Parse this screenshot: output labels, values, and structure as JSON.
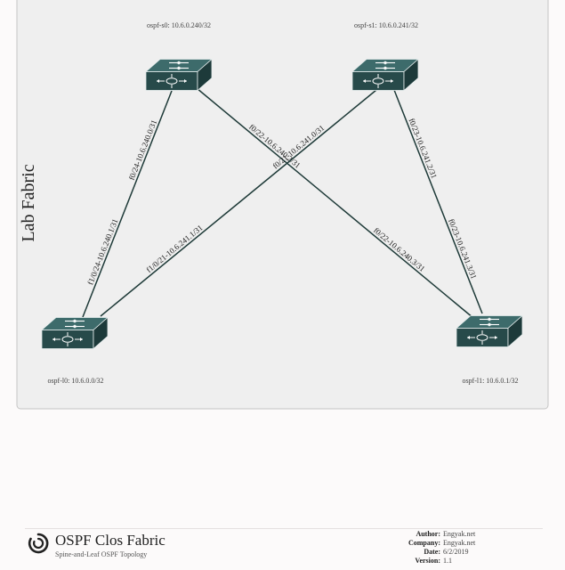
{
  "group": {
    "label": "Lab Fabric"
  },
  "devices": [
    {
      "id": "s0",
      "label": "ospf-s0: 10.6.0.240/32"
    },
    {
      "id": "s1",
      "label": "ospf-s1: 10.6.0.241/32"
    },
    {
      "id": "l0",
      "label": "ospf-l0: 10.6.0.0/32"
    },
    {
      "id": "l1",
      "label": "ospf-l1: 10.6.0.1/32"
    }
  ],
  "links": [
    {
      "from": "s0",
      "to": "l0",
      "from_label": "f0/24-10.6.240.0/31",
      "to_label": "f1/0/24-10.6.240.1/31"
    },
    {
      "from": "s0",
      "to": "l1",
      "from_label": "f0/22-10.6.240.2/31",
      "to_label": "f0/22-10.6.240.3/31"
    },
    {
      "from": "s1",
      "to": "l0",
      "from_label": "f0/21-10.6.241.0/31",
      "to_label": "f1/0/21-10.6.241.1/31"
    },
    {
      "from": "s1",
      "to": "l1",
      "from_label": "f0/23-10.6.241.2/31",
      "to_label": "f0/23-10.6.241.3/31"
    }
  ],
  "footer": {
    "title": "OSPF Clos Fabric",
    "subtitle": "Spine-and-Leaf OSPF Topology",
    "meta": [
      {
        "key": "Author:",
        "value": "Engyak.net"
      },
      {
        "key": "Company:",
        "value": "Engyak.net"
      },
      {
        "key": "Date:",
        "value": "6/2/2019"
      },
      {
        "key": "Version:",
        "value": "1.1"
      }
    ]
  },
  "colors": {
    "switch_top": "#3d6b6b",
    "switch_front": "#274a4a",
    "link": "#1e3a38",
    "group_fill": "#efefef",
    "group_stroke": "#c4c4c4"
  }
}
